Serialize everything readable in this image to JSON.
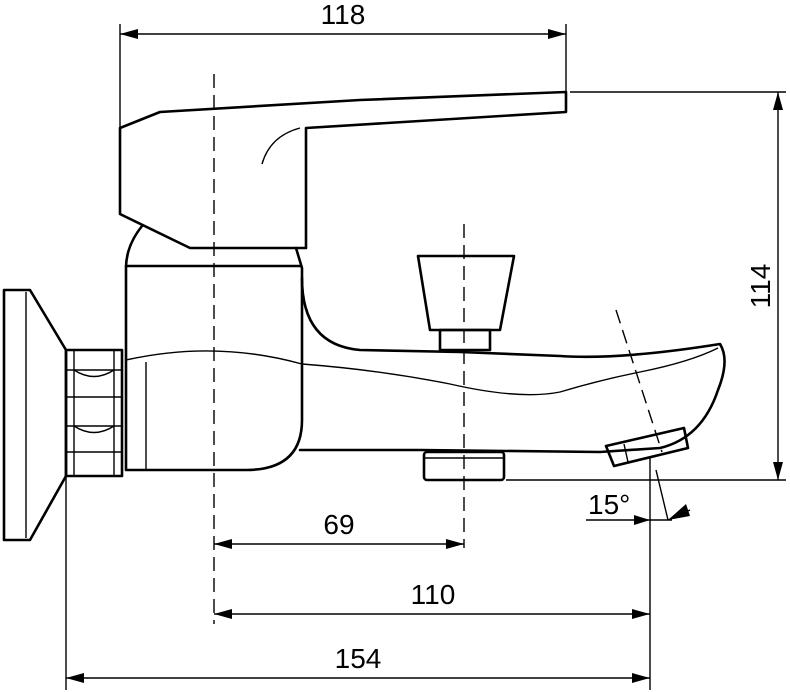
{
  "dimensions": {
    "top_width": "118",
    "height": "114",
    "angle": "15°",
    "cartridge_to_diverter": "69",
    "cartridge_to_outlet": "110",
    "wall_to_outlet": "154"
  }
}
